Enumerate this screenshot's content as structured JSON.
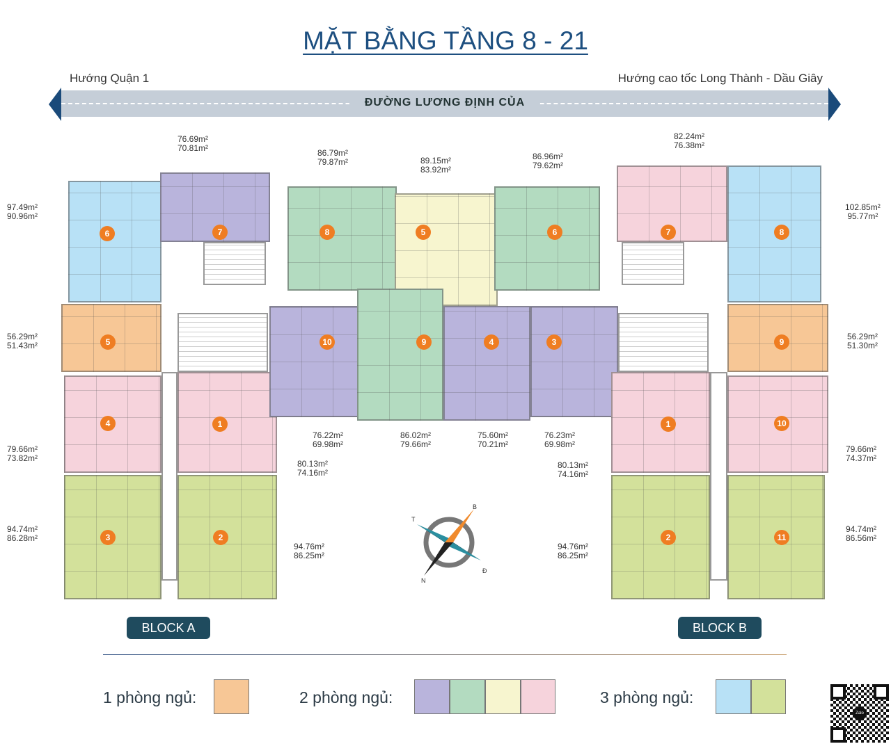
{
  "title": "MẶT BẰNG TẦNG 8 - 21",
  "direction_left": "Hướng Quận 1",
  "direction_right": "Hướng cao tốc Long Thành - Dầu Giây",
  "road": "ĐƯỜNG LƯƠNG ĐỊNH CỦA",
  "blocks": {
    "a": "BLOCK A",
    "b": "BLOCK B"
  },
  "colors": {
    "one_bed": "#f7c796",
    "purple": "#b9b4dc",
    "green": "#b3dbc0",
    "yellow": "#f7f5cf",
    "pink": "#f6d3dc",
    "blue": "#b8e1f6",
    "lime": "#d3e19b",
    "accent": "#ef7d22",
    "title": "#1d4f80"
  },
  "units": {
    "a6": {
      "no": "6",
      "area1": "97.49m²",
      "area2": "90.96m²"
    },
    "a7": {
      "no": "7",
      "area1": "76.69m²",
      "area2": "70.81m²"
    },
    "a5": {
      "no": "5",
      "area1": "56.29m²",
      "area2": "51.43m²"
    },
    "a4": {
      "no": "4",
      "area1": "79.66m²",
      "area2": "73.82m²"
    },
    "a1": {
      "no": "1",
      "area1": "80.13m²",
      "area2": "74.16m²"
    },
    "a3": {
      "no": "3",
      "area1": "94.74m²",
      "area2": "86.28m²"
    },
    "a2": {
      "no": "2",
      "area1": "94.76m²",
      "area2": "86.25m²"
    },
    "c8": {
      "no": "8",
      "area1": "86.79m²",
      "area2": "79.87m²"
    },
    "c5": {
      "no": "5",
      "area1": "89.15m²",
      "area2": "83.92m²"
    },
    "c6": {
      "no": "6",
      "area1": "86.96m²",
      "area2": "79.62m²"
    },
    "c10": {
      "no": "10",
      "area1": "76.22m²",
      "area2": "69.98m²"
    },
    "c9": {
      "no": "9",
      "area1": "86.02m²",
      "area2": "79.66m²"
    },
    "c4": {
      "no": "4",
      "area1": "75.60m²",
      "area2": "70.21m²"
    },
    "c3": {
      "no": "3",
      "area1": "76.23m²",
      "area2": "69.98m²"
    },
    "b7": {
      "no": "7",
      "area1": "82.24m²",
      "area2": "76.38m²"
    },
    "b8": {
      "no": "8",
      "area1": "102.85m²",
      "area2": "95.77m²"
    },
    "b9": {
      "no": "9",
      "area1": "56.29m²",
      "area2": "51.30m²"
    },
    "b1": {
      "no": "1",
      "area1": "80.13m²",
      "area2": "74.16m²"
    },
    "b10": {
      "no": "10",
      "area1": "79.66m²",
      "area2": "74.37m²"
    },
    "b2": {
      "no": "2",
      "area1": "94.76m²",
      "area2": "86.25m²"
    },
    "b11": {
      "no": "11",
      "area1": "94.74m²",
      "area2": "86.56m²"
    }
  },
  "compass": {
    "n": "N",
    "t": "T",
    "b": "B",
    "d": "Đ"
  },
  "legend": {
    "one": "1 phòng ngủ:",
    "two": "2 phòng ngủ:",
    "three": "3 phòng ngủ:"
  },
  "qr": {
    "label": "Zalo"
  }
}
